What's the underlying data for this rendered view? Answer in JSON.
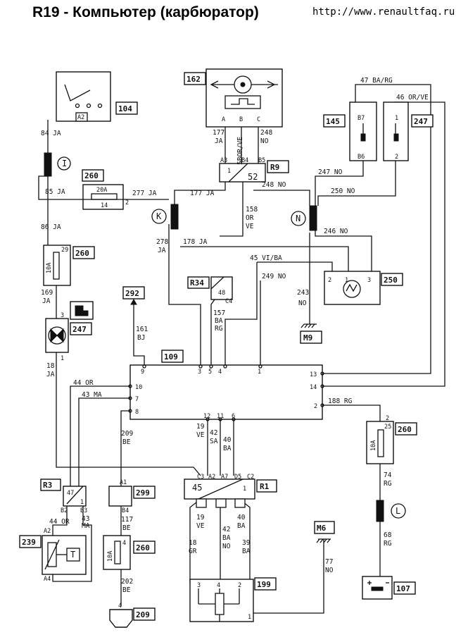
{
  "header": {
    "title": "R19 - Компьютер (карбюратор)",
    "url": "http://www.renaultfaq.ru"
  },
  "components": {
    "c104": "104",
    "c162": "162",
    "c145": "145",
    "c247": "247",
    "c247b": "247",
    "c260a": "260",
    "c260b": "260",
    "c260c": "260",
    "c260d": "260",
    "c250": "250",
    "c292": "292",
    "c109": "109",
    "c299": "299",
    "c239": "239",
    "c209": "209",
    "c199": "199",
    "c107": "107",
    "cM6": "M6",
    "cM9": "M9",
    "cR1": "R1",
    "cR3": "R3",
    "cR9": "R9",
    "cR34": "R34"
  },
  "splices": {
    "I": "I",
    "K": "K",
    "N": "N",
    "L": "L"
  },
  "wires": {
    "w84": "84 JA",
    "w85": "85 JA",
    "w86": "86 JA",
    "w277": "277 JA",
    "w177a": "177 JA",
    "w177n": "177",
    "w177j": "JA",
    "w248n": "248",
    "w248no": "NO",
    "w248": "248 NO",
    "w158n": "158",
    "w158a": "OR",
    "w158b": "VE",
    "w178": "178 JA",
    "w278n": "278",
    "w278j": "JA",
    "w47": "47 BA/RG",
    "w46": "46 OR/VE",
    "w247": "247 NO",
    "w250": "250 NO",
    "w246": "246 NO",
    "w45": "45 VI/BA",
    "w249": "249 NO",
    "w243n": "243",
    "w243no": "NO",
    "w157n": "157",
    "w157a": "BA",
    "w157b": "RG",
    "w161n": "161",
    "w161b": "BJ",
    "w169n": "169",
    "w169j": "JA",
    "w18n": "18",
    "w18j": "JA",
    "w44": "44 OR",
    "w43": "43 MA",
    "w188": "188 RG",
    "w209n": "209",
    "w209b": "BE",
    "w19n": "19",
    "w19v": "VE",
    "w42n": "42",
    "w42s": "SA",
    "w40n": "40",
    "w40b": "BA",
    "w74n": "74",
    "w74r": "RG",
    "w68n": "68",
    "w68r": "RG",
    "w117n": "117",
    "w117b": "BE",
    "w202n": "202",
    "w202b": "BE",
    "w44b": "44 OR",
    "w43bn": "43",
    "w43bm": "MA",
    "w19bn": "19",
    "w19bv": "VE",
    "w42bn": "42",
    "w42bb": "BA",
    "w42bo": "NO",
    "w40bn": "40",
    "w40bb": "BA",
    "w18bn": "18",
    "w18bg": "GR",
    "w39n": "39",
    "w39b": "BA",
    "w77n": "77",
    "w77no": "NO",
    "w5bor": "5BOR/VE"
  },
  "pins": {
    "p104": "A2",
    "p162a": "A",
    "p162b": "B",
    "p162c": "C",
    "pR9a": "A3",
    "pR9b": "B4",
    "pR9c": "B5",
    "pR9num": "52",
    "pR9one": "1",
    "p260a": "20A",
    "p260a1": "14",
    "p260a2": "2",
    "p145a": "B7",
    "p145b": "B6",
    "p247a": "1",
    "p247b": "2",
    "p260b": "10A",
    "p260b1": "29",
    "p250a": "2",
    "p250b": "1",
    "p250c": "3",
    "pR34": "48",
    "pR34c": "C4",
    "p247i": "3",
    "p247j": "1",
    "p109_9": "9",
    "p109_3": "3",
    "p109_5": "5",
    "p109_4": "4",
    "p109_1": "1",
    "p109_13": "13",
    "p109_14": "14",
    "p109_10": "10",
    "p109_7": "7",
    "p109_2": "2",
    "p109_8": "8",
    "p109_12": "12",
    "p109_11": "11",
    "p109_6": "6",
    "p260c": "10A",
    "p260c1": "25",
    "p260c2": "2",
    "pR1num": "45",
    "pR1one": "1",
    "pR1a": "C3",
    "pR1b": "A2",
    "pR1c": "A7",
    "pR1d": "D5",
    "pR1e": "C2",
    "pR3num": "47",
    "pR3a": "B2",
    "pR3b": "B3",
    "pR3one": "1",
    "p299a": "A1",
    "p299b": "B4",
    "p260d": "10A",
    "p260d1": "4",
    "p239a": "A2",
    "p239b": "A4",
    "p239t": "T",
    "p209": "4",
    "p199a": "3",
    "p199b": "4",
    "p199c": "2",
    "p199d": "1"
  }
}
